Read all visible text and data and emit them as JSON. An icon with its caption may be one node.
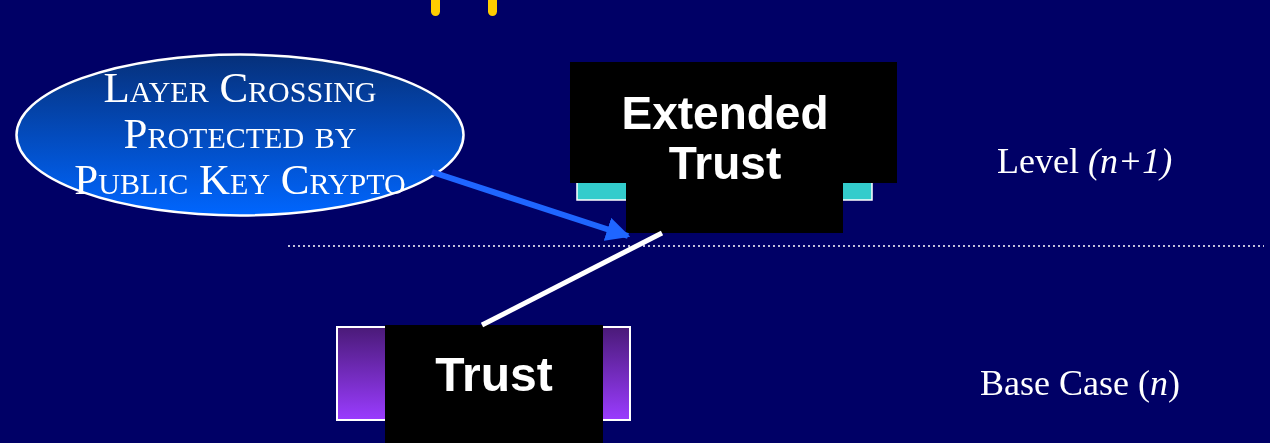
{
  "diagram": {
    "nodes": [
      {
        "text": [
          "Layer Crossing Protected by Public Key Crypto"
        ]
      },
      {
        "text": [
          "Extended Trust"
        ]
      },
      {
        "text": [
          "Trust"
        ]
      }
    ],
    "edges": [
      {
        "from": 2,
        "to": 1,
        "arrow": "none"
      },
      {
        "from": 0,
        "to": 1,
        "arrow": "to",
        "color": "#1f66ff"
      }
    ],
    "labels": [
      "Level *(n+1)*",
      "Base Case (*n*)"
    ]
  }
}
